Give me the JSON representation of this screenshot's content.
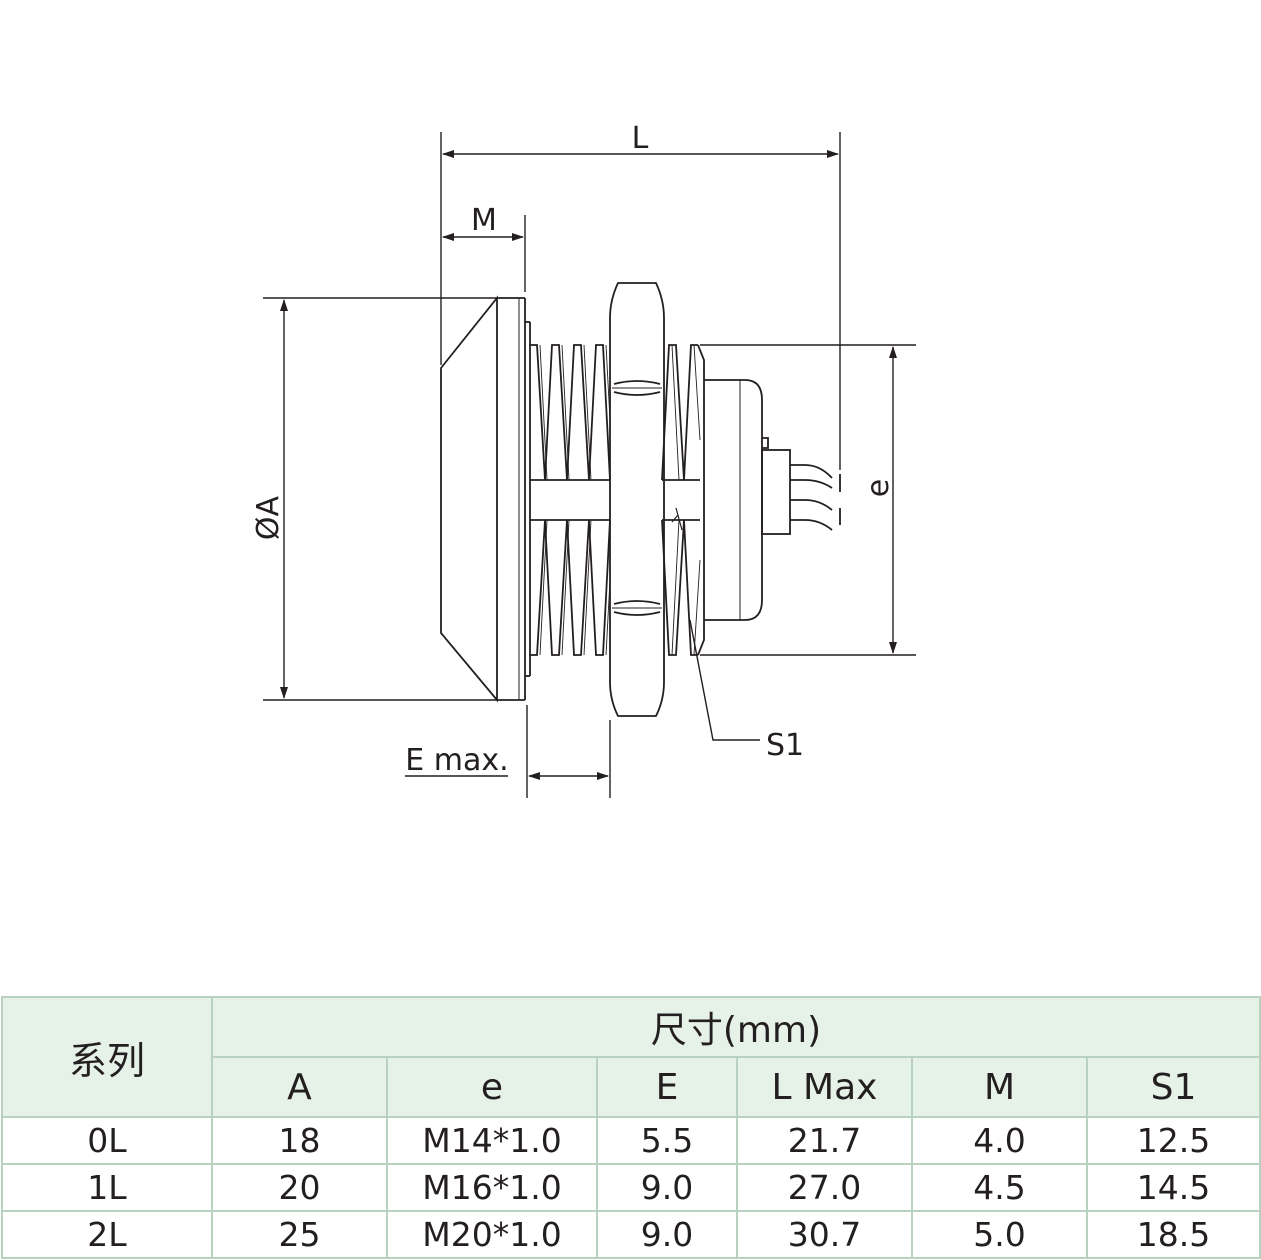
{
  "drawing": {
    "labels": {
      "L": "L",
      "M": "M",
      "A": "ØA",
      "e": "e",
      "E": "E max.",
      "S1": "S1"
    }
  },
  "table": {
    "series_header": "系列",
    "group_header": "尺寸(mm)",
    "columns": [
      "A",
      "e",
      "E",
      "L Max",
      "M",
      "S1"
    ],
    "rows": [
      {
        "series": "0L",
        "values": [
          "18",
          "M14*1.0",
          "5.5",
          "21.7",
          "4.0",
          "12.5"
        ]
      },
      {
        "series": "1L",
        "values": [
          "20",
          "M16*1.0",
          "9.0",
          "27.0",
          "4.5",
          "14.5"
        ]
      },
      {
        "series": "2L",
        "values": [
          "25",
          "M20*1.0",
          "9.0",
          "30.7",
          "5.0",
          "18.5"
        ]
      }
    ]
  }
}
